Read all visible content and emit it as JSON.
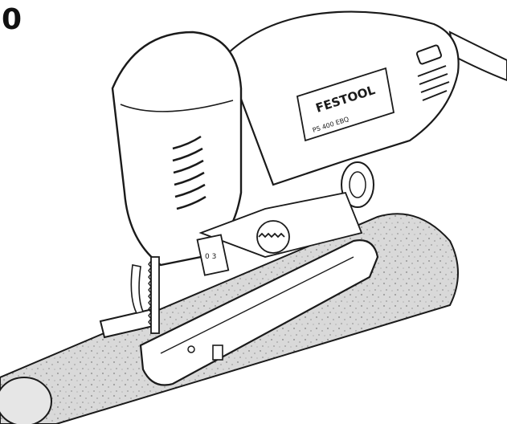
{
  "figure": {
    "number": "0",
    "brand": "FESTOOL",
    "model": "PS 400 EBQ",
    "blade_mark": "0 3"
  },
  "colors": {
    "line": "#1a1a1a",
    "background": "#ffffff",
    "workpiece": "#d9d9d9"
  }
}
